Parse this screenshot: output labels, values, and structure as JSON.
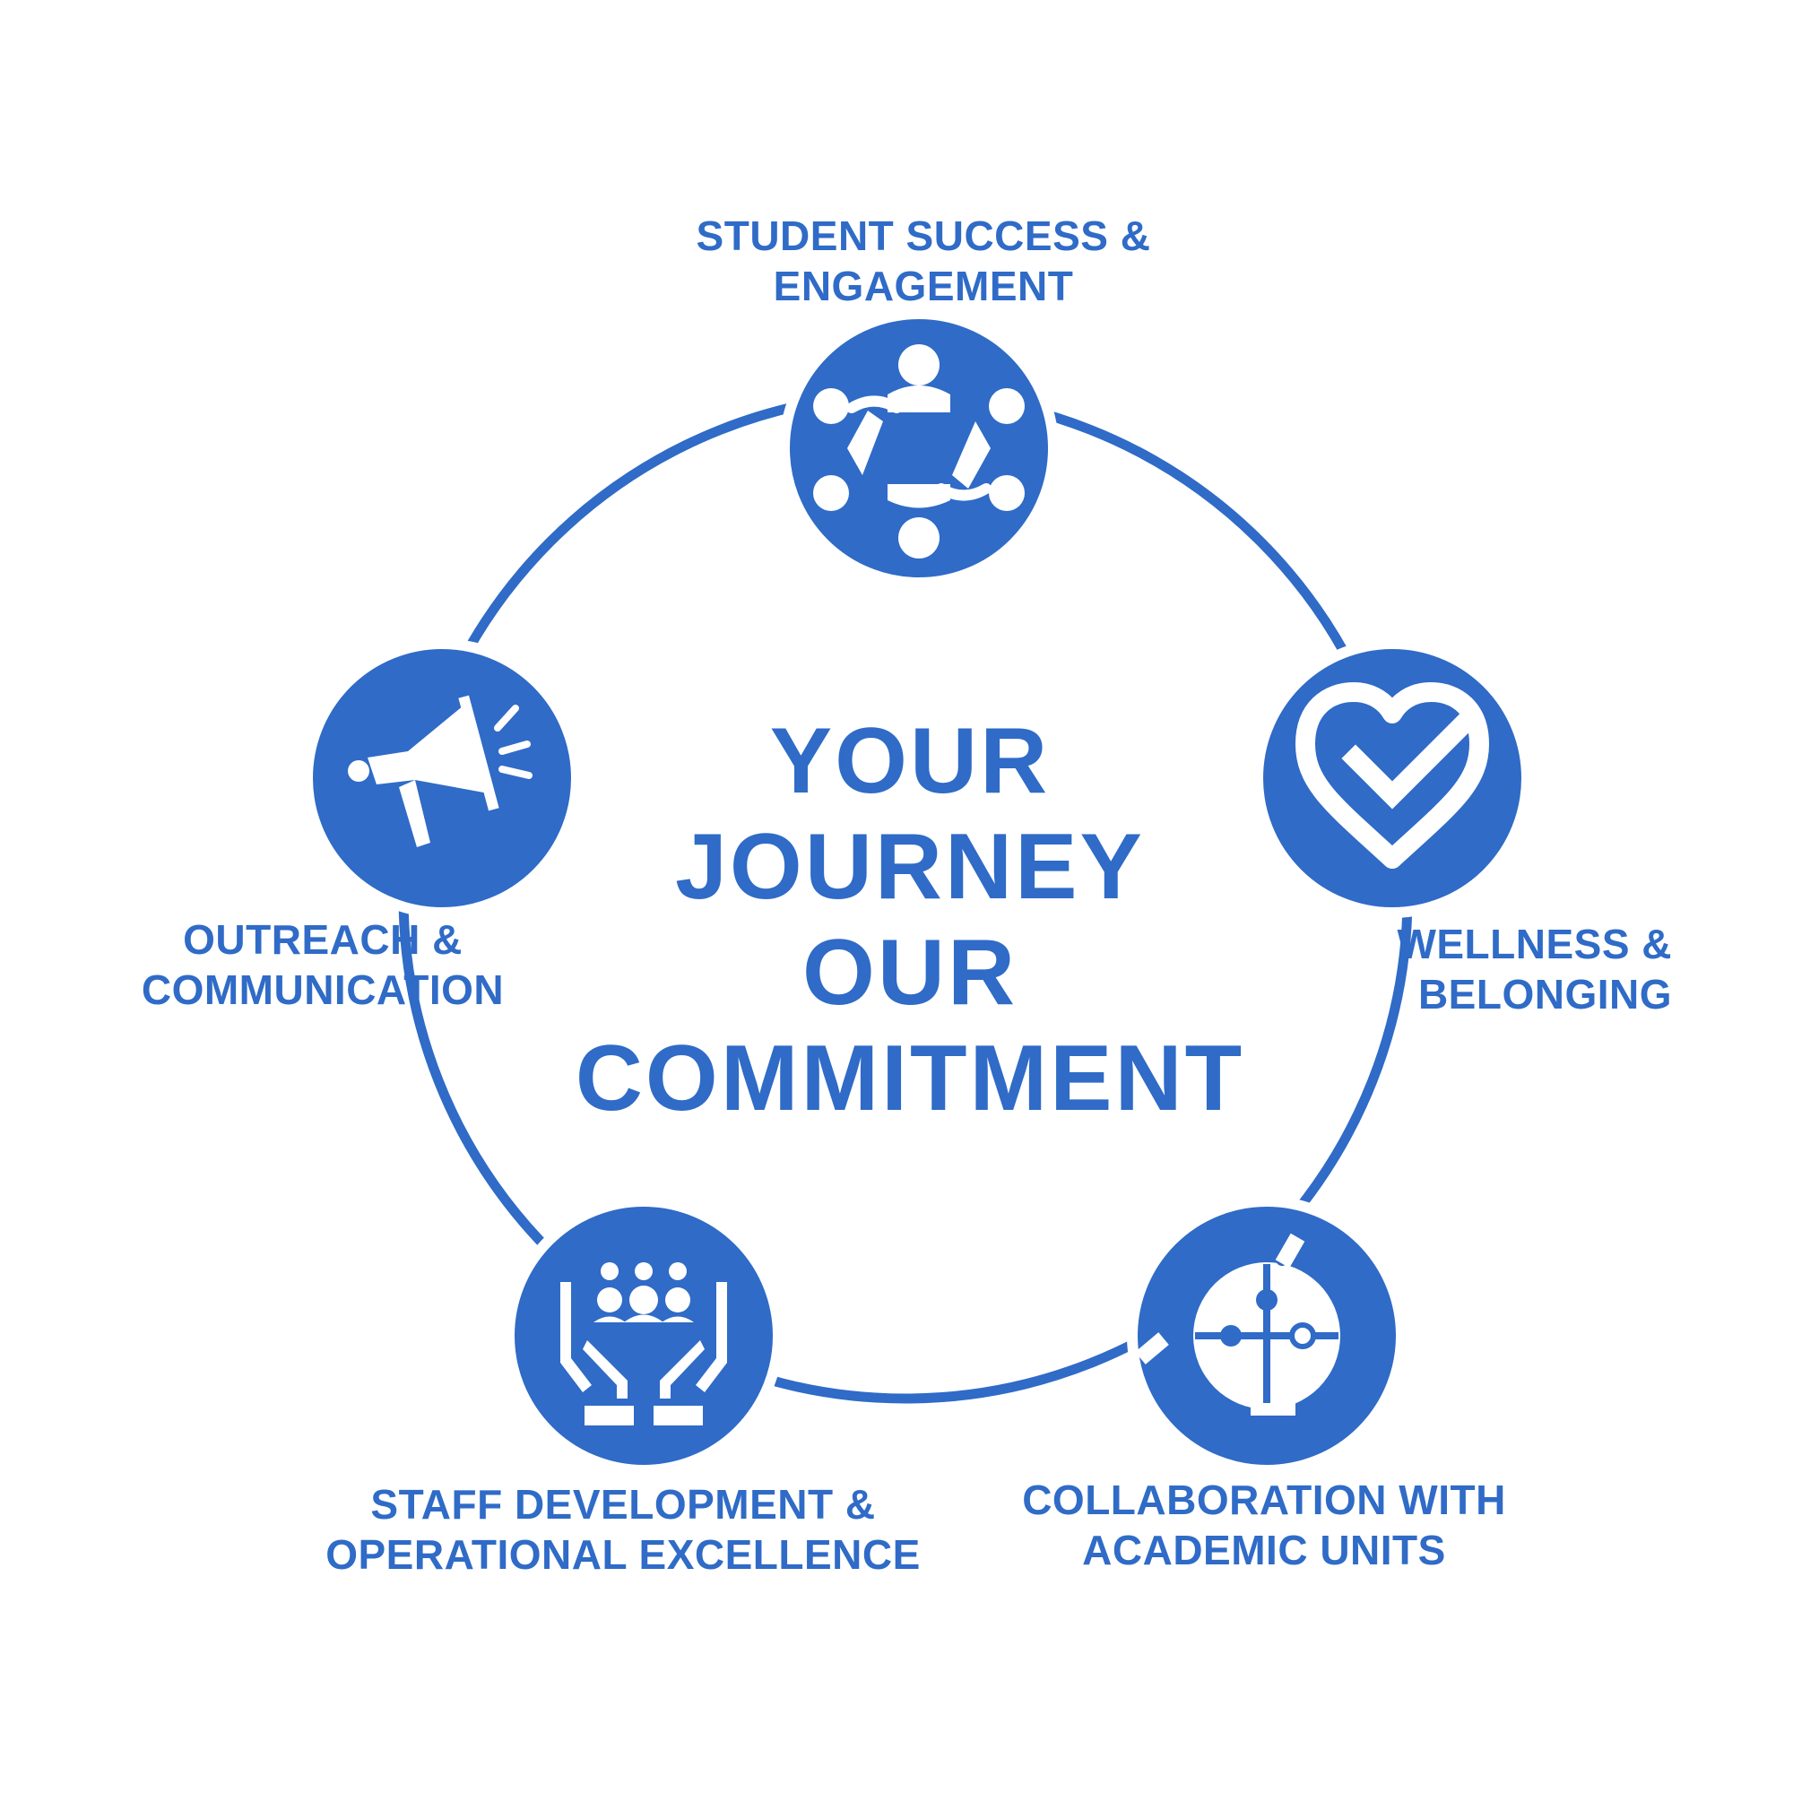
{
  "colors": {
    "primary": "#2f6bc7",
    "background": "#ffffff",
    "icon_fill": "#ffffff"
  },
  "center": {
    "lines": [
      "YOUR",
      "JOURNEY",
      "OUR",
      "COMMITMENT"
    ]
  },
  "nodes": [
    {
      "id": "student-success",
      "icon": "people-circle-icon",
      "lines": [
        "STUDENT SUCCESS &",
        "ENGAGEMENT"
      ]
    },
    {
      "id": "wellness",
      "icon": "heart-check-icon",
      "lines": [
        "WELLNESS &",
        "BELONGING"
      ]
    },
    {
      "id": "collaboration",
      "icon": "puzzle-hands-icon",
      "lines": [
        "COLLABORATION WITH",
        "ACADEMIC UNITS"
      ]
    },
    {
      "id": "staff-development",
      "icon": "hands-team-icon",
      "lines": [
        "STAFF DEVELOPMENT &",
        "OPERATIONAL EXCELLENCE"
      ]
    },
    {
      "id": "outreach",
      "icon": "megaphone-icon",
      "lines": [
        "OUTREACH &",
        "COMMUNICATION"
      ]
    }
  ]
}
